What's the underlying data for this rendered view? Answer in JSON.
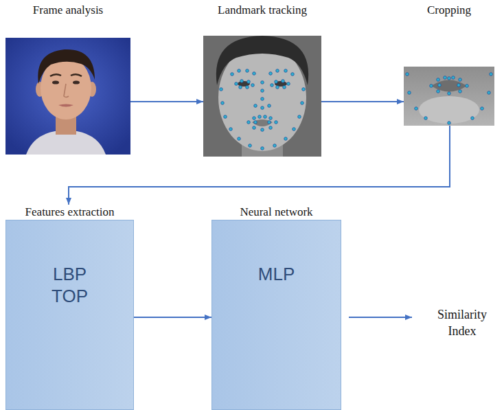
{
  "diagram": {
    "nodes": [
      {
        "text": [
          "Frame analysis"
        ]
      },
      {
        "text": [
          "Landmark tracking"
        ]
      },
      {
        "text": [
          "Cropping"
        ]
      },
      {
        "text": [
          "Features extraction",
          "LBP TOP"
        ]
      },
      {
        "text": [
          "Neural network",
          "MLP"
        ]
      }
    ],
    "edges": [
      {
        "from": 0,
        "to": 1,
        "arrow": "to"
      },
      {
        "from": 1,
        "to": 2,
        "arrow": "to"
      },
      {
        "from": 2,
        "to": 3,
        "arrow": "to"
      },
      {
        "from": 3,
        "to": 4,
        "arrow": "to"
      }
    ],
    "labels": [
      "Similarity Index"
    ]
  }
}
